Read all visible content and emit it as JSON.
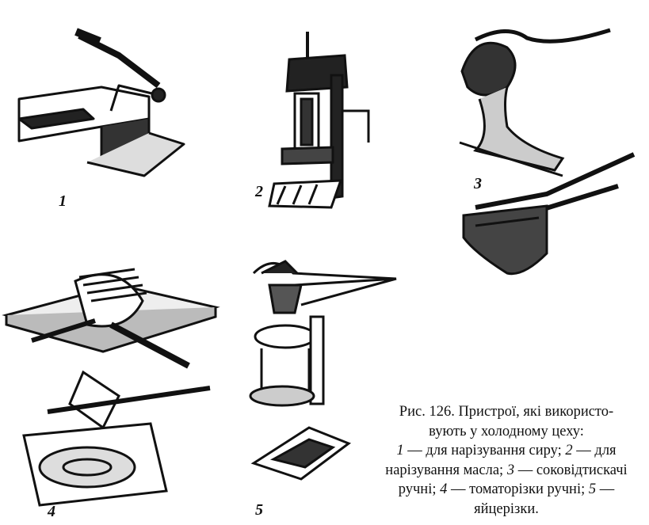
{
  "figure": {
    "items": [
      {
        "number": "1"
      },
      {
        "number": "2"
      },
      {
        "number": "3"
      },
      {
        "number": "4"
      },
      {
        "number": "5"
      }
    ],
    "caption": {
      "line1": "Рис. 126. Пристрої, які використо-",
      "line2": "вують у холодному цеху:",
      "line3_num1": "1",
      "line3_text1": " — для нарізування сиру; ",
      "line3_num2": "2",
      "line3_text2": " — для",
      "line4_text1": "нарізування масла; ",
      "line4_num3": "3",
      "line4_text2": " — соковідтискачі",
      "line5_text1": "ручні; ",
      "line5_num4": "4",
      "line5_text2": " — томаторізки ручні; ",
      "line5_num5": "5",
      "line5_text3": " —",
      "line6": "яйцерізки."
    }
  }
}
